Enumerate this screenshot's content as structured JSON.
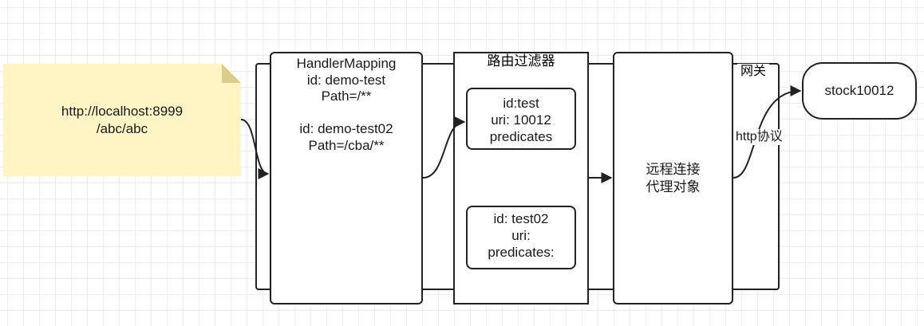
{
  "note": {
    "line1": "http://localhost:8999",
    "line2": "/abc/abc"
  },
  "gateway": {
    "label": "网关"
  },
  "handler_mapping": {
    "lines": [
      "HandlerMapping",
      "id: demo-test",
      "Path=/**",
      "",
      "id: demo-test02",
      "Path=/cba/**"
    ]
  },
  "route_filter": {
    "label": "路由过滤器",
    "route1": {
      "lines": [
        "id:test",
        "uri: 10012",
        "predicates"
      ]
    },
    "route2": {
      "lines": [
        "id: test02",
        "uri:",
        "predicates:"
      ]
    }
  },
  "proxy": {
    "line1": "远程连接",
    "line2": "代理对象"
  },
  "stock": {
    "label": "stock10012"
  },
  "edges": {
    "http_label": "http协议"
  },
  "colors": {
    "note_fill": "#fff4c3",
    "note_fold": "#d8cd8a",
    "stroke": "#222222",
    "grid": "#efefef"
  }
}
